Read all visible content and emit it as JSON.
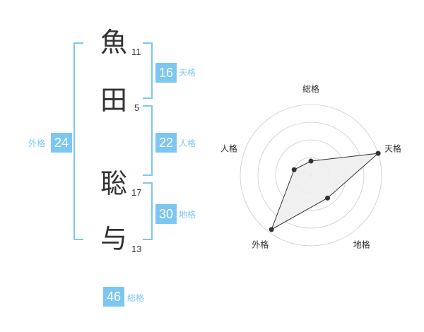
{
  "name": {
    "chars": [
      {
        "char": "魚",
        "strokes": "11"
      },
      {
        "char": "田",
        "strokes": "5"
      },
      {
        "char": "聡",
        "strokes": "17"
      },
      {
        "char": "与",
        "strokes": "13"
      }
    ]
  },
  "kaku": {
    "tenkaku": {
      "value": "16",
      "label": "天格"
    },
    "jinkaku": {
      "value": "22",
      "label": "人格"
    },
    "chikaku": {
      "value": "30",
      "label": "地格"
    },
    "gaikaku": {
      "value": "24",
      "label": "外格"
    },
    "soukaku": {
      "value": "46",
      "label": "総格"
    }
  },
  "colors": {
    "accent": "#7cc7f2",
    "text": "#333333",
    "radar_fill": "#eeeeee",
    "radar_grid": "#cccccc"
  },
  "radar": {
    "axes": [
      "総格",
      "天格",
      "地格",
      "外格",
      "人格"
    ],
    "levels": 4,
    "scores": [
      0.2,
      1.0,
      0.4,
      0.95,
      0.25
    ]
  }
}
